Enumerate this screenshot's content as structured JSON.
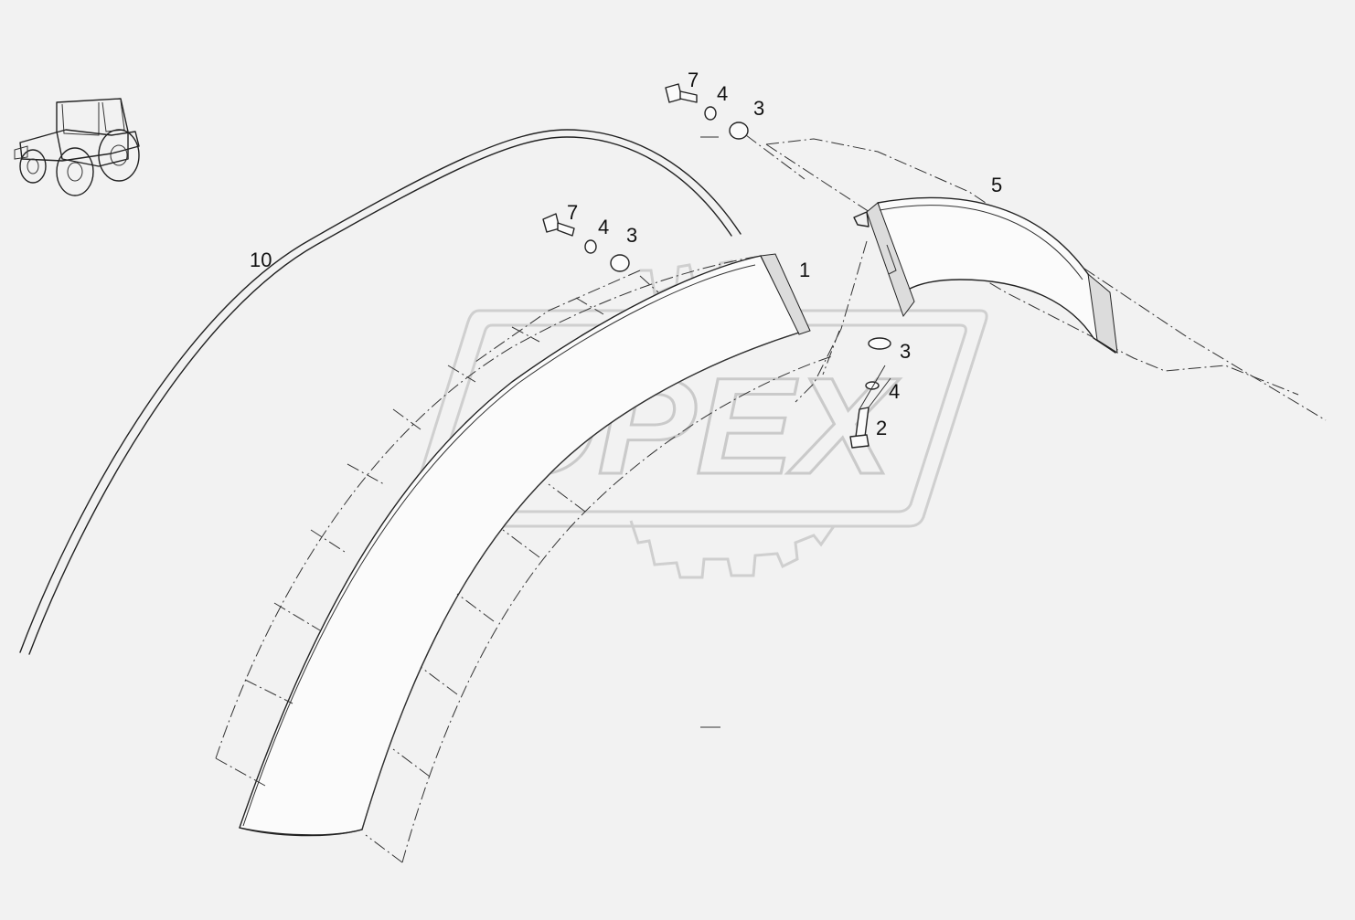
{
  "watermark": {
    "text": "OPEX"
  },
  "callouts": [
    {
      "id": "c7a",
      "label": "7"
    },
    {
      "id": "c4a",
      "label": "4"
    },
    {
      "id": "c3a",
      "label": "3"
    },
    {
      "id": "c5",
      "label": "5"
    },
    {
      "id": "c7b",
      "label": "7"
    },
    {
      "id": "c4b",
      "label": "4"
    },
    {
      "id": "c3b",
      "label": "3"
    },
    {
      "id": "c10",
      "label": "10"
    },
    {
      "id": "c1",
      "label": "1"
    },
    {
      "id": "c3c",
      "label": "3"
    },
    {
      "id": "c4c",
      "label": "4"
    },
    {
      "id": "c2",
      "label": "2"
    }
  ],
  "icons": {
    "tractor": "tractor-icon",
    "watermark_gear": "gear-icon"
  }
}
